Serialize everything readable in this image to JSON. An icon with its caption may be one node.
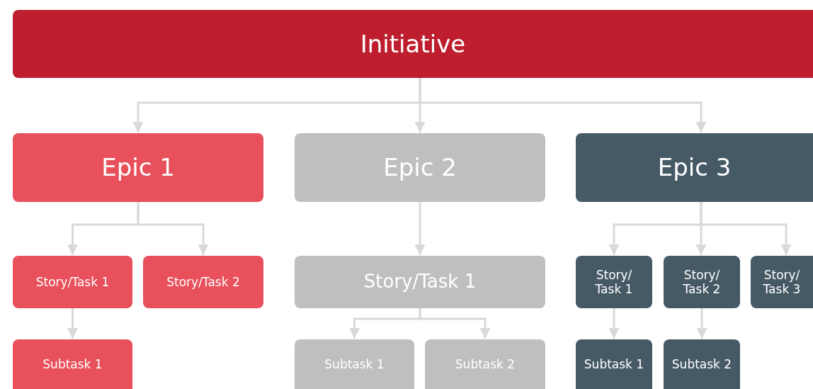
{
  "diagram": {
    "nodes": [
      {
        "text": [
          "Initiative"
        ]
      },
      {
        "text": [
          "Epic 1"
        ]
      },
      {
        "text": [
          "Epic 2"
        ]
      },
      {
        "text": [
          "Epic 3"
        ]
      },
      {
        "text": [
          "Story/Task 1"
        ]
      },
      {
        "text": [
          "Story/Task 2"
        ]
      },
      {
        "text": [
          "Story/Task 1"
        ]
      },
      {
        "text": [
          "Story/ Task 1"
        ]
      },
      {
        "text": [
          "Story/ Task 2"
        ]
      },
      {
        "text": [
          "Story/ Task 3"
        ]
      },
      {
        "text": [
          "Subtask 1"
        ]
      },
      {
        "text": [
          "Subtask 1"
        ]
      },
      {
        "text": [
          "Subtask 2"
        ]
      },
      {
        "text": [
          "Subtask 1"
        ]
      },
      {
        "text": [
          "Subtask 2"
        ]
      }
    ],
    "edges": [
      {
        "from": 0,
        "to": 1,
        "arrow": "to"
      },
      {
        "from": 0,
        "to": 2,
        "arrow": "to"
      },
      {
        "from": 0,
        "to": 3,
        "arrow": "to"
      },
      {
        "from": 1,
        "to": 4,
        "arrow": "to"
      },
      {
        "from": 1,
        "to": 5,
        "arrow": "to"
      },
      {
        "from": 2,
        "to": 6,
        "arrow": "to"
      },
      {
        "from": 3,
        "to": 7,
        "arrow": "to"
      },
      {
        "from": 3,
        "to": 8,
        "arrow": "to"
      },
      {
        "from": 3,
        "to": 9,
        "arrow": "to"
      },
      {
        "from": 4,
        "to": 10,
        "arrow": "to"
      },
      {
        "from": 6,
        "to": 11,
        "arrow": "to"
      },
      {
        "from": 6,
        "to": 12,
        "arrow": "to"
      },
      {
        "from": 7,
        "to": 13,
        "arrow": "to"
      },
      {
        "from": 8,
        "to": 14,
        "arrow": "to"
      }
    ]
  }
}
